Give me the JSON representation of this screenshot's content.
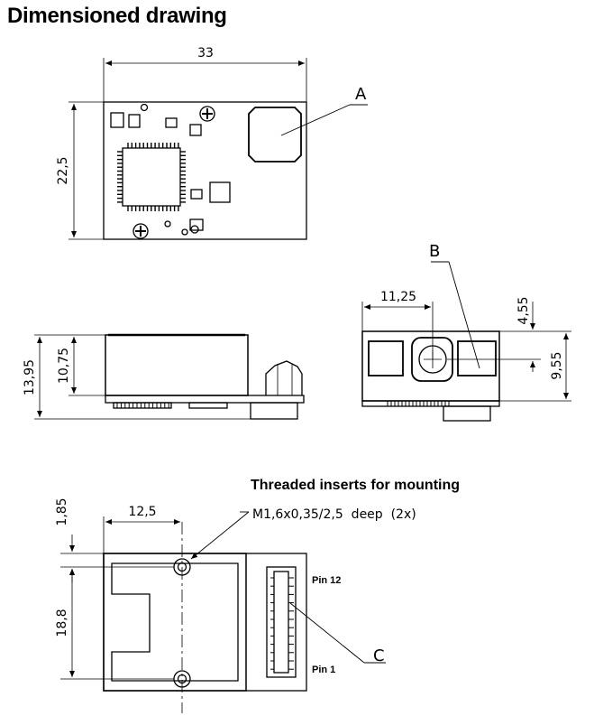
{
  "title": "Dimensioned drawing",
  "top_view": {
    "width_dim": "33",
    "height_dim": "22,5",
    "callout": "A"
  },
  "side_view": {
    "overall_height_dim": "13,95",
    "body_height_dim": "10,75"
  },
  "front_view": {
    "lens_offset_dim": "11,25",
    "upper_dim": "4,55",
    "center_height_dim": "9,55",
    "callout": "B"
  },
  "bottom_view": {
    "heading": "Threaded inserts for mounting",
    "thread_note": "M1,6x0,35/2,5  deep  (2x)",
    "offset_dim": "12,5",
    "edge_dim": "1,85",
    "spacing_dim": "18,8",
    "pin_top": "Pin 12",
    "pin_bottom": "Pin 1",
    "callout": "C"
  }
}
